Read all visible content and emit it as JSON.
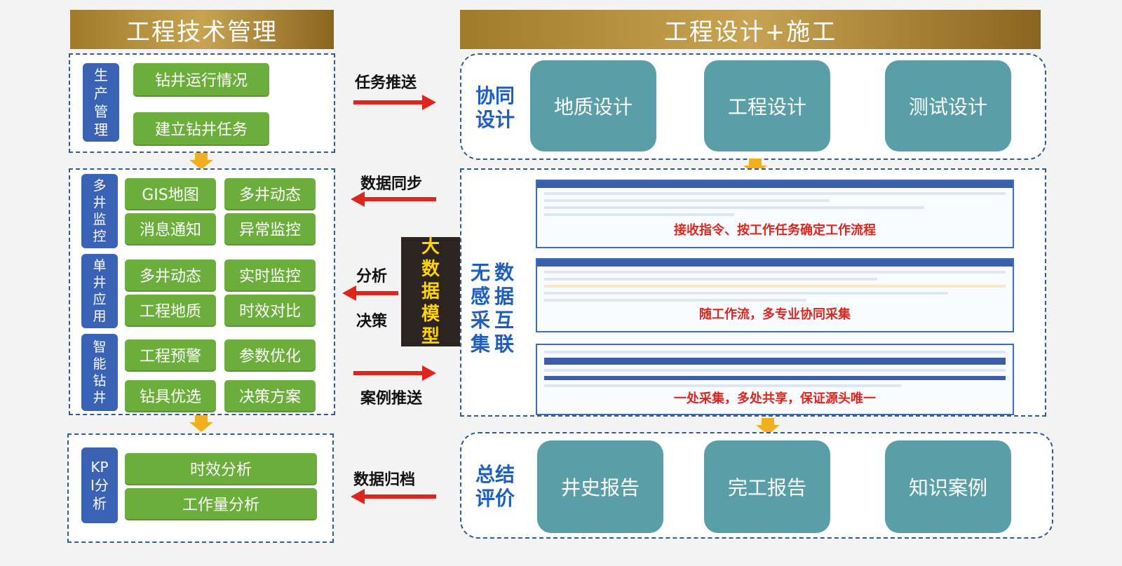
{
  "left_header": "工程技术管理",
  "right_header": "工程设计+施工",
  "production": {
    "tag": [
      "生",
      "产",
      "管",
      "理"
    ],
    "buttons": [
      "钻井运行情况",
      "建立钻井任务"
    ]
  },
  "multi_well": {
    "tag": [
      "多",
      "井",
      "监",
      "控"
    ],
    "buttons": [
      "GIS地图",
      "多井动态",
      "消息通知",
      "异常监控"
    ]
  },
  "single_well": {
    "tag": [
      "单",
      "井",
      "应",
      "用"
    ],
    "buttons": [
      "多井动态",
      "实时监控",
      "工程地质",
      "时效对比"
    ]
  },
  "smart_drill": {
    "tag": [
      "智",
      "能",
      "钻",
      "井"
    ],
    "buttons": [
      "工程预警",
      "参数优化",
      "钻具优选",
      "决策方案"
    ]
  },
  "kpi": {
    "tag": [
      "KP",
      "I分",
      "析"
    ],
    "buttons": [
      "时效分析",
      "工作量分析"
    ]
  },
  "arrows": {
    "task_push": "任务推送",
    "data_sync": "数据同步",
    "analysis": "分析",
    "decision": "决策",
    "case_push": "案例推送",
    "data_archive": "数据归档"
  },
  "big_data": [
    "大",
    "数",
    "据",
    "模",
    "型"
  ],
  "collab": {
    "label": [
      "协同",
      "设计"
    ],
    "boxes": [
      "地质设计",
      "工程设计",
      "测试设计"
    ]
  },
  "seamless": {
    "label_left": [
      "无",
      "感",
      "采",
      "集"
    ],
    "label_right": [
      "数",
      "据",
      "互",
      "联"
    ],
    "captions": [
      "接收指令、按工作任务确定工作流程",
      "随工作流，多专业协同采集",
      "一处采集，多处共享，保证源头唯一"
    ]
  },
  "summary": {
    "label": [
      "总结",
      "评价"
    ],
    "boxes": [
      "井史报告",
      "完工报告",
      "知识案例"
    ]
  },
  "colors": {
    "arrow_red": "#e0261c",
    "down_arrow": "#f0b020",
    "green": "#6cae3b",
    "teal": "#5a9fa8",
    "tag_blue": "#3a63b5"
  }
}
